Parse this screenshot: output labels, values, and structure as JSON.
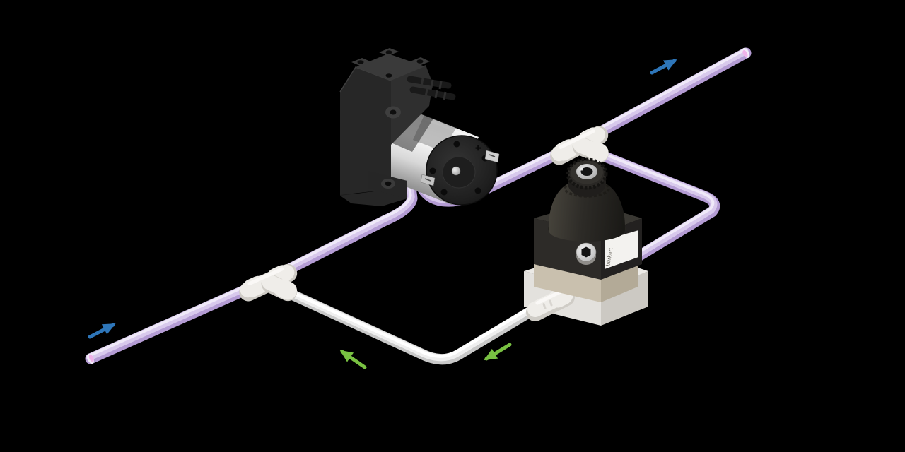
{
  "scene": {
    "description": "3D illustration of a fluid circuit: a diaphragm pump and a solenoid valve connected by tubing, with flow-direction arrows on a black background"
  },
  "components": {
    "pump": {
      "name": "diaphragm-pump",
      "parts": [
        "black-pump-head",
        "mounting-tabs",
        "barbed-ports",
        "silver-dc-motor",
        "motor-end-cap",
        "spade-terminals"
      ]
    },
    "valve": {
      "name": "solenoid-valve",
      "label_text": "bürkert",
      "parts": [
        "knurled-top-cap",
        "black-coil-dome",
        "black-valve-body",
        "hex-socket-screw",
        "beige-flange",
        "white-base-block",
        "tube-port"
      ]
    },
    "fittings": [
      {
        "id": "tee-fitting-upper"
      },
      {
        "id": "tee-fitting-lower"
      }
    ],
    "tubes": [
      {
        "id": "inlet-tube-lower-left",
        "color": "purple"
      },
      {
        "id": "tee-to-pump-tube",
        "color": "purple"
      },
      {
        "id": "pump-to-tee-tube",
        "color": "purple"
      },
      {
        "id": "outlet-tube-upper-right",
        "color": "purple"
      },
      {
        "id": "tee-to-valve-tube",
        "color": "purple"
      },
      {
        "id": "valve-return-tube",
        "color": "white"
      }
    ]
  },
  "arrows": [
    {
      "id": "inlet-flow-arrow",
      "color": "#2e76b9",
      "direction": "up-right"
    },
    {
      "id": "outlet-flow-arrow",
      "color": "#2e76b9",
      "direction": "up-right"
    },
    {
      "id": "return-flow-arrow-left",
      "color": "#79c142",
      "direction": "up-left"
    },
    {
      "id": "return-flow-arrow-right",
      "color": "#79c142",
      "direction": "down-left"
    }
  ],
  "colors": {
    "background": "#000000",
    "tube_purple_base": "#b49cd4",
    "tube_purple_mid": "#d8c9ec",
    "tube_purple_hi": "#f2ecf9",
    "tube_end_pink": "#f0a9e8",
    "tube_white_base": "#c9c9c9",
    "tube_white_mid": "#efefef",
    "tube_white_hi": "#ffffff",
    "fitting_under": "#cfccc6",
    "fitting_body": "#efede9",
    "fitting_hi": "#fcfbf9",
    "arrow_blue": "#2e76b9",
    "arrow_green": "#79c142",
    "pump_face": "#272727",
    "pump_panel": "#1d1d1d",
    "pump_top": "#3a3a3a",
    "pump_right": "#2f2f2f",
    "pump_dark": "#262626",
    "valve_body_front": "#2d2b28",
    "valve_body_right": "#232120",
    "valve_body_top": "#393732",
    "valve_beige_front": "#c9c0ae",
    "valve_beige_right": "#b3aa97",
    "valve_base_top": "#eceae6",
    "valve_base_front": "#e3e1dd",
    "valve_base_right": "#ccc9c3",
    "label_bg": "#f3f2ef",
    "label_text_color": "#55524a"
  }
}
